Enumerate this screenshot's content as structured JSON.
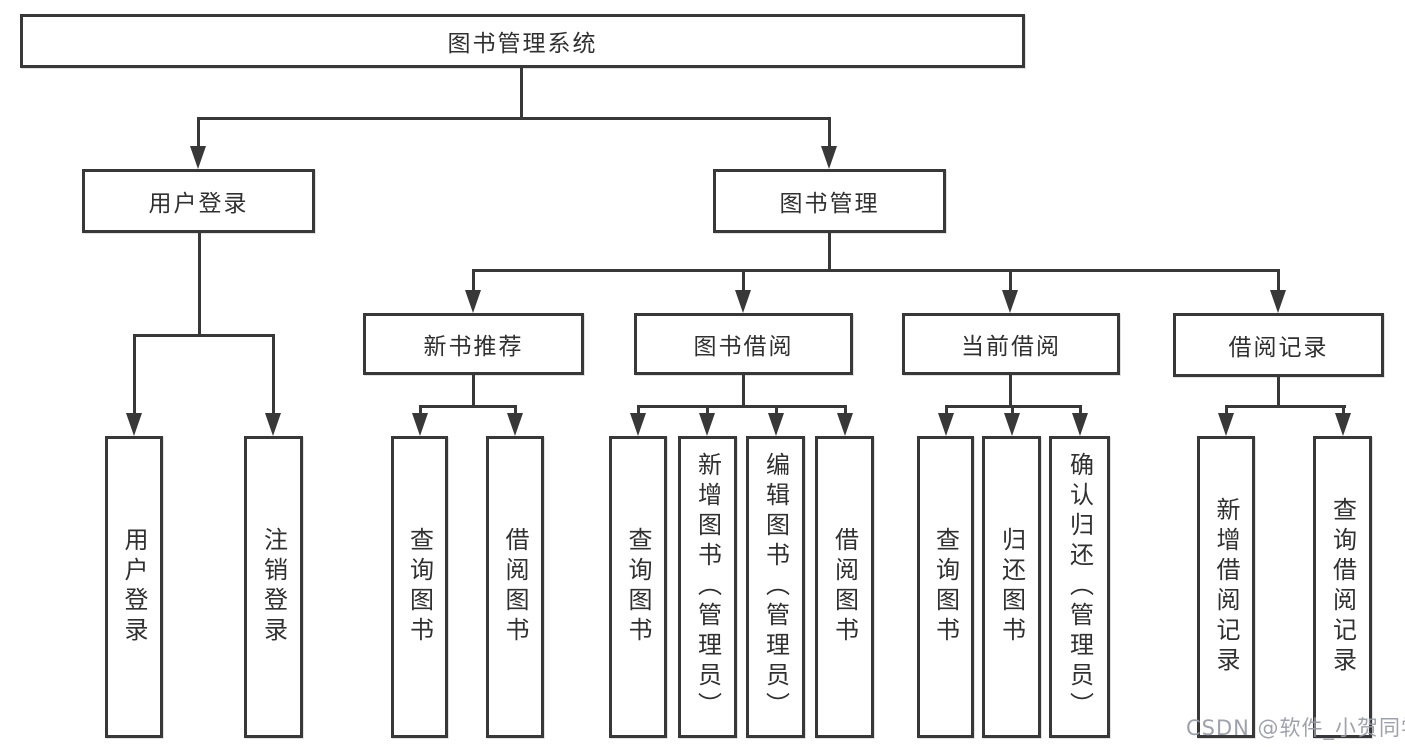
{
  "diagram": {
    "title": "图书管理系统",
    "user_branch": {
      "label": "用户登录",
      "children": [
        {
          "label": "用户登录"
        },
        {
          "label": "注销登录"
        }
      ]
    },
    "book_branch": {
      "label": "图书管理",
      "sections": [
        {
          "label": "新书推荐",
          "children": [
            {
              "label": "查询图书"
            },
            {
              "label": "借阅图书"
            }
          ]
        },
        {
          "label": "图书借阅",
          "children": [
            {
              "label": "查询图书"
            },
            {
              "label": "新增图书（管理员）"
            },
            {
              "label": "编辑图书（管理员）"
            },
            {
              "label": "借阅图书"
            }
          ]
        },
        {
          "label": "当前借阅",
          "children": [
            {
              "label": "查询图书"
            },
            {
              "label": "归还图书"
            },
            {
              "label": "确认归还（管理员）"
            }
          ]
        },
        {
          "label": "借阅记录",
          "children": [
            {
              "label": "新增借阅记录"
            },
            {
              "label": "查询借阅记录"
            }
          ]
        }
      ]
    }
  },
  "watermark": {
    "text": "CSDN @软件_小贺同学"
  },
  "colors": {
    "line": "#383838",
    "text": "#303030",
    "box_fill": "#ffffff",
    "watermark": "#9a9ca8",
    "background": "#ffffff"
  }
}
